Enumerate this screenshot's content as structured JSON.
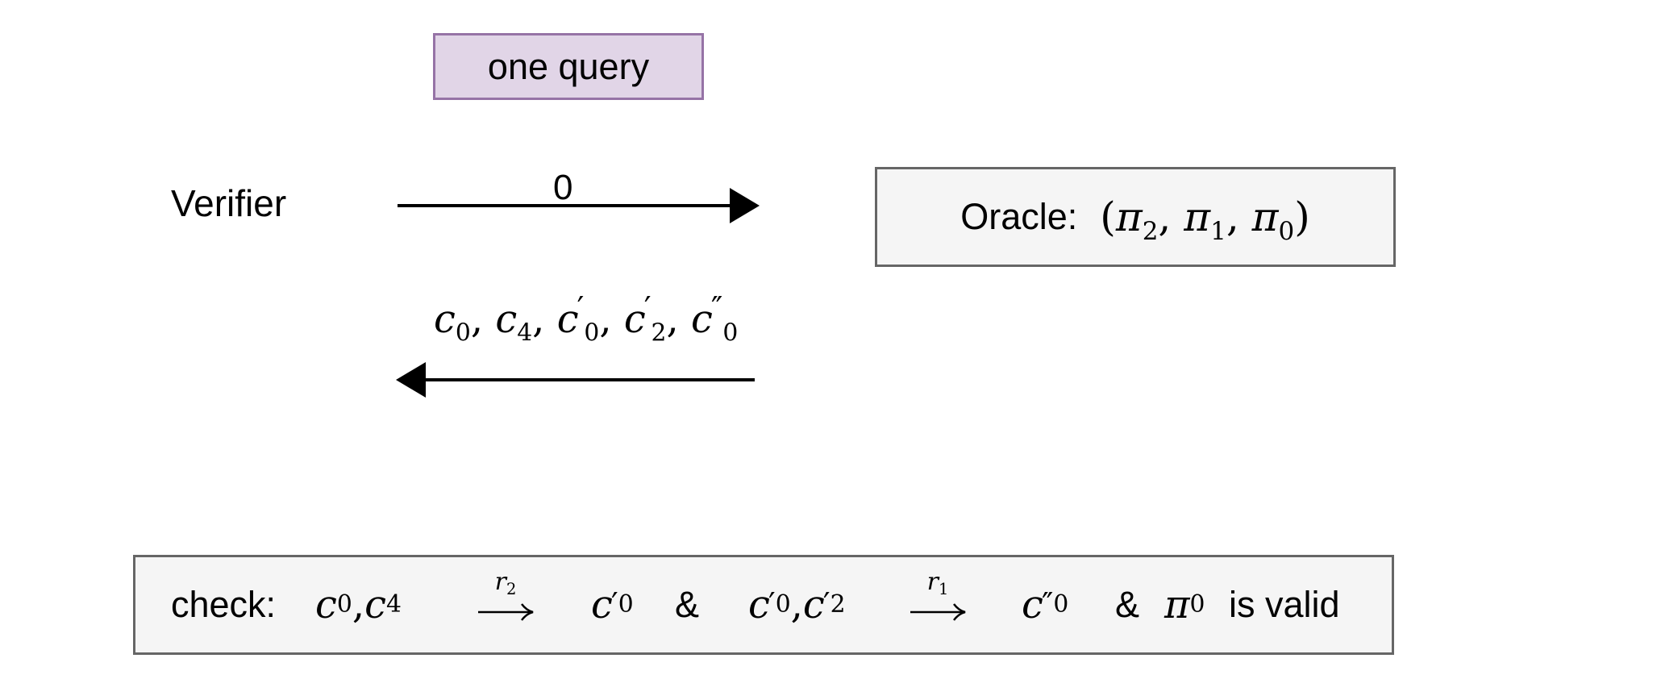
{
  "query_label": "one query",
  "verifier_label": "Verifier",
  "forward_message": "0",
  "oracle": {
    "label": "Oracle:",
    "contents": [
      "π2",
      "π1",
      "π0"
    ]
  },
  "backward_message": "c0, c4, c'0, c'2, c''0",
  "check": {
    "label": "check:",
    "step1_inputs": "c0, c4",
    "step1_randomness": "r2",
    "step1_output": "c'0",
    "conjunction": "&",
    "step2_inputs": "c'0, c'2",
    "step2_randomness": "r1",
    "step2_output": "c''0",
    "final_term": "π0",
    "final_text": "is valid"
  }
}
